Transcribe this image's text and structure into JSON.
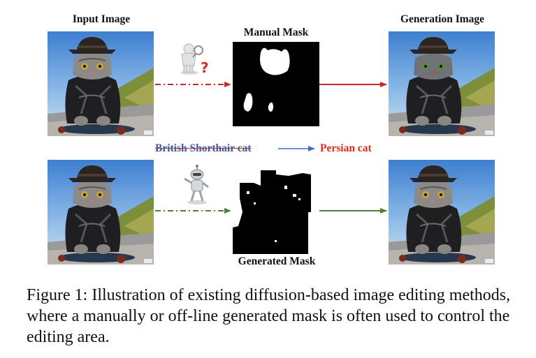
{
  "figure": {
    "labels": {
      "input_image": "Input Image",
      "manual_mask": "Manual Mask",
      "generation_image": "Generation Image",
      "generated_mask": "Generated Mask"
    },
    "edit": {
      "source": "British Shorthair cat",
      "target": "Persian cat"
    },
    "colors": {
      "manual_arrow": "#c8282a",
      "generated_arrow": "#4f7f35",
      "edit_arrow": "#3f6fc2",
      "source_text": "#2e5fb0",
      "target_text": "#e0281e"
    },
    "icons": {
      "human": "person-with-magnifier-icon",
      "question": "question-mark-icon",
      "robot": "robot-icon"
    }
  },
  "caption": "Figure 1: Illustration of existing diffusion-based image editing methods, where a manually or off-line generated mask is often used to control the editing area."
}
